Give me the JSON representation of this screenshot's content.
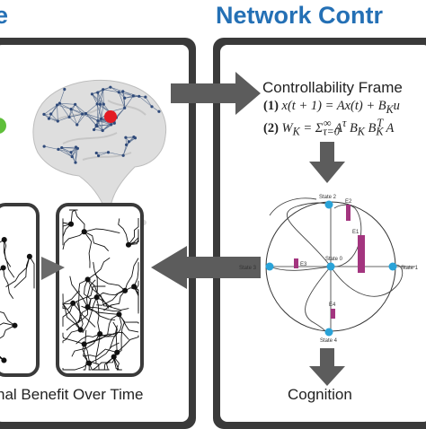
{
  "headings": {
    "left": "e",
    "right": "Network Contr"
  },
  "framework": {
    "title": "Controllability Frame",
    "eq1_num": "(1)",
    "eq1": "x(t + 1) = Ax(t) + B",
    "eq1_tail": "u",
    "eq2_num": "(2)",
    "eq2": "W",
    "eq2_rest": " = Σ",
    "eq2_tail": " A",
    "eq2_b": " B",
    "eq2_bt": " B",
    "eq2_end": " A"
  },
  "states": {
    "s0": "State 0",
    "s1": "State 1",
    "s2": "State 2",
    "s3": "State 3",
    "s4": "State 4"
  },
  "energies": {
    "e1": "E1",
    "e2": "E2",
    "e3": "E3",
    "e4": "E4"
  },
  "labels": {
    "cognition": "Cognition",
    "benefit": "nal Benefit Over Time"
  },
  "colors": {
    "heading": "#2470b5",
    "panel": "#3a3a3a",
    "arrow": "#5c5c5c",
    "state": "#2aa3d8",
    "bar": "#a3357f",
    "target": "#e31b23"
  }
}
